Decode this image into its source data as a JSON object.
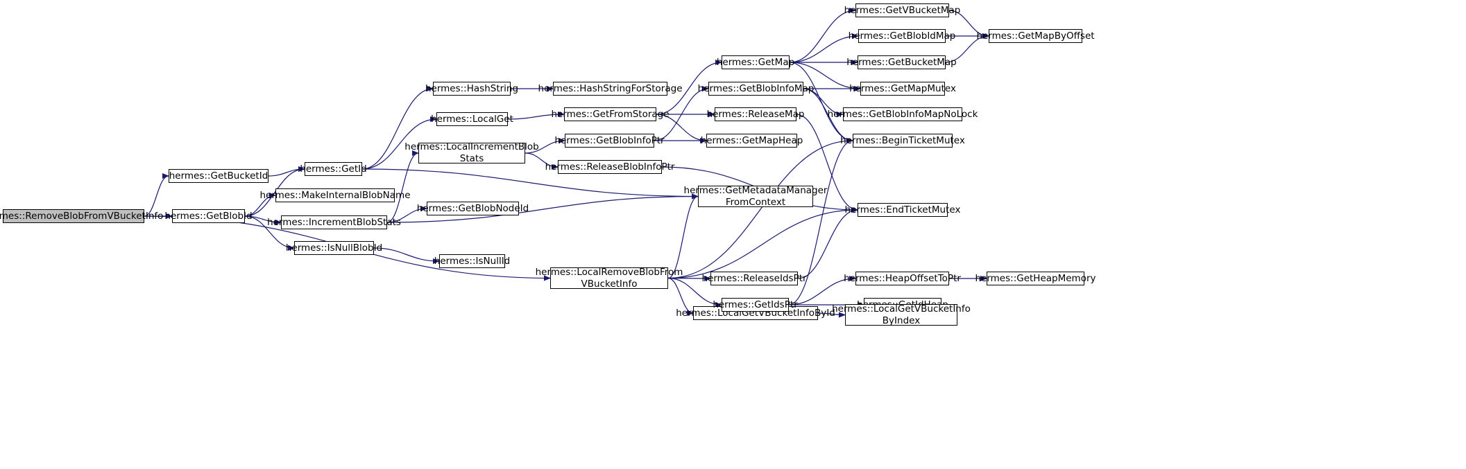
{
  "nodes": [
    {
      "id": "root",
      "label": "hermes::RemoveBlobFromVBucketInfo",
      "root": true
    },
    {
      "id": "getbucketid",
      "label": "hermes::GetBucketId"
    },
    {
      "id": "getblobid",
      "label": "hermes::GetBlobId"
    },
    {
      "id": "getid",
      "label": "hermes::GetId"
    },
    {
      "id": "makeinternalblobname",
      "label": "hermes::MakeInternalBlobName"
    },
    {
      "id": "incrementblobstats",
      "label": "hermes::IncrementBlobStats"
    },
    {
      "id": "isnullblobid",
      "label": "hermes::IsNullBlobId"
    },
    {
      "id": "hashstring",
      "label": "hermes::HashString"
    },
    {
      "id": "localget",
      "label": "hermes::LocalGet"
    },
    {
      "id": "localincrementblobstats",
      "label": "hermes::LocalIncrementBlob\nStats"
    },
    {
      "id": "getblobnodeid",
      "label": "hermes::GetBlobNodeId"
    },
    {
      "id": "isnullid",
      "label": "hermes::IsNullId"
    },
    {
      "id": "hashstringforstorage",
      "label": "hermes::HashStringForStorage"
    },
    {
      "id": "getfromstorage",
      "label": "hermes::GetFromStorage"
    },
    {
      "id": "getblobinfoptr",
      "label": "hermes::GetBlobInfoPtr"
    },
    {
      "id": "releaseblobinfoptr",
      "label": "hermes::ReleaseBlobInfoPtr"
    },
    {
      "id": "localremoveblobfromvbucketinfo",
      "label": "hermes::LocalRemoveBlobFrom\nVBucketInfo"
    },
    {
      "id": "localgetvbucketinfobyid",
      "label": "hermes::LocalGetVBucketInfoById"
    },
    {
      "id": "getmap",
      "label": "hermes::GetMap"
    },
    {
      "id": "getblobinfomap",
      "label": "hermes::GetBlobInfoMap"
    },
    {
      "id": "releasemap",
      "label": "hermes::ReleaseMap"
    },
    {
      "id": "getmapheap",
      "label": "hermes::GetMapHeap"
    },
    {
      "id": "getmetadatamanagerfromcontext",
      "label": "hermes::GetMetadataManager\nFromContext"
    },
    {
      "id": "releaseidsptr",
      "label": "hermes::ReleaseIdsPtr"
    },
    {
      "id": "getidsptr",
      "label": "hermes::GetIdsPtr"
    },
    {
      "id": "getvbucketmap",
      "label": "hermes::GetVBucketMap"
    },
    {
      "id": "getblobidmap",
      "label": "hermes::GetBlobIdMap"
    },
    {
      "id": "getbucketmap",
      "label": "hermes::GetBucketMap"
    },
    {
      "id": "getmapmutex",
      "label": "hermes::GetMapMutex"
    },
    {
      "id": "getblobinfomapnolock",
      "label": "hermes::GetBlobInfoMapNoLock"
    },
    {
      "id": "beginticketmutex",
      "label": "hermes::BeginTicketMutex"
    },
    {
      "id": "endticketmutex",
      "label": "hermes::EndTicketMutex"
    },
    {
      "id": "heapoffsettoptr",
      "label": "hermes::HeapOffsetToPtr"
    },
    {
      "id": "getidheap",
      "label": "hermes::GetIdHeap"
    },
    {
      "id": "localgetvbucketinfobyindex",
      "label": "hermes::LocalGetVBucketInfo\nByIndex"
    },
    {
      "id": "getmapbyoffset",
      "label": "hermes::GetMapByOffset"
    },
    {
      "id": "getheapmemory",
      "label": "hermes::GetHeapMemory"
    }
  ],
  "edges": [
    [
      "root",
      "getbucketid"
    ],
    [
      "root",
      "getblobid"
    ],
    [
      "root",
      "localremoveblobfromvbucketinfo"
    ],
    [
      "getbucketid",
      "getid"
    ],
    [
      "getblobid",
      "getid"
    ],
    [
      "getblobid",
      "makeinternalblobname"
    ],
    [
      "getblobid",
      "incrementblobstats"
    ],
    [
      "getblobid",
      "isnullblobid"
    ],
    [
      "getid",
      "hashstring"
    ],
    [
      "getid",
      "localget"
    ],
    [
      "getid",
      "getmetadatamanagerfromcontext"
    ],
    [
      "hashstring",
      "hashstringforstorage"
    ],
    [
      "localget",
      "getfromstorage"
    ],
    [
      "getfromstorage",
      "getmap"
    ],
    [
      "getfromstorage",
      "releasemap"
    ],
    [
      "getfromstorage",
      "getmapheap"
    ],
    [
      "incrementblobstats",
      "localincrementblobstats"
    ],
    [
      "incrementblobstats",
      "getblobnodeid"
    ],
    [
      "incrementblobstats",
      "getmetadatamanagerfromcontext"
    ],
    [
      "localincrementblobstats",
      "getblobinfoptr"
    ],
    [
      "localincrementblobstats",
      "releaseblobinfoptr"
    ],
    [
      "getblobinfoptr",
      "getblobinfomap"
    ],
    [
      "getblobinfoptr",
      "getmapheap"
    ],
    [
      "releaseblobinfoptr",
      "endticketmutex"
    ],
    [
      "isnullblobid",
      "isnullid"
    ],
    [
      "getmap",
      "getvbucketmap"
    ],
    [
      "getmap",
      "getblobidmap"
    ],
    [
      "getmap",
      "getbucketmap"
    ],
    [
      "getmap",
      "getmapmutex"
    ],
    [
      "getmap",
      "beginticketmutex"
    ],
    [
      "getvbucketmap",
      "getmapbyoffset"
    ],
    [
      "getblobidmap",
      "getmapbyoffset"
    ],
    [
      "getbucketmap",
      "getmapbyoffset"
    ],
    [
      "getblobinfomap",
      "getmapmutex"
    ],
    [
      "getblobinfomap",
      "getblobinfomapnolock"
    ],
    [
      "getblobinfomap",
      "beginticketmutex"
    ],
    [
      "releasemap",
      "endticketmutex"
    ],
    [
      "localremoveblobfromvbucketinfo",
      "getmetadatamanagerfromcontext"
    ],
    [
      "localremoveblobfromvbucketinfo",
      "beginticketmutex"
    ],
    [
      "localremoveblobfromvbucketinfo",
      "endticketmutex"
    ],
    [
      "localremoveblobfromvbucketinfo",
      "releaseidsptr"
    ],
    [
      "localremoveblobfromvbucketinfo",
      "getidsptr"
    ],
    [
      "localremoveblobfromvbucketinfo",
      "localgetvbucketinfobyid"
    ],
    [
      "releaseidsptr",
      "endticketmutex"
    ],
    [
      "getidsptr",
      "heapoffsettoptr"
    ],
    [
      "getidsptr",
      "getidheap"
    ],
    [
      "getidsptr",
      "beginticketmutex"
    ],
    [
      "heapoffsettoptr",
      "getheapmemory"
    ],
    [
      "localgetvbucketinfobyid",
      "localgetvbucketinfobyindex"
    ]
  ],
  "colors": {
    "edge": "#191970",
    "root_fill": "#bfbfbf",
    "node_border": "#000000"
  }
}
